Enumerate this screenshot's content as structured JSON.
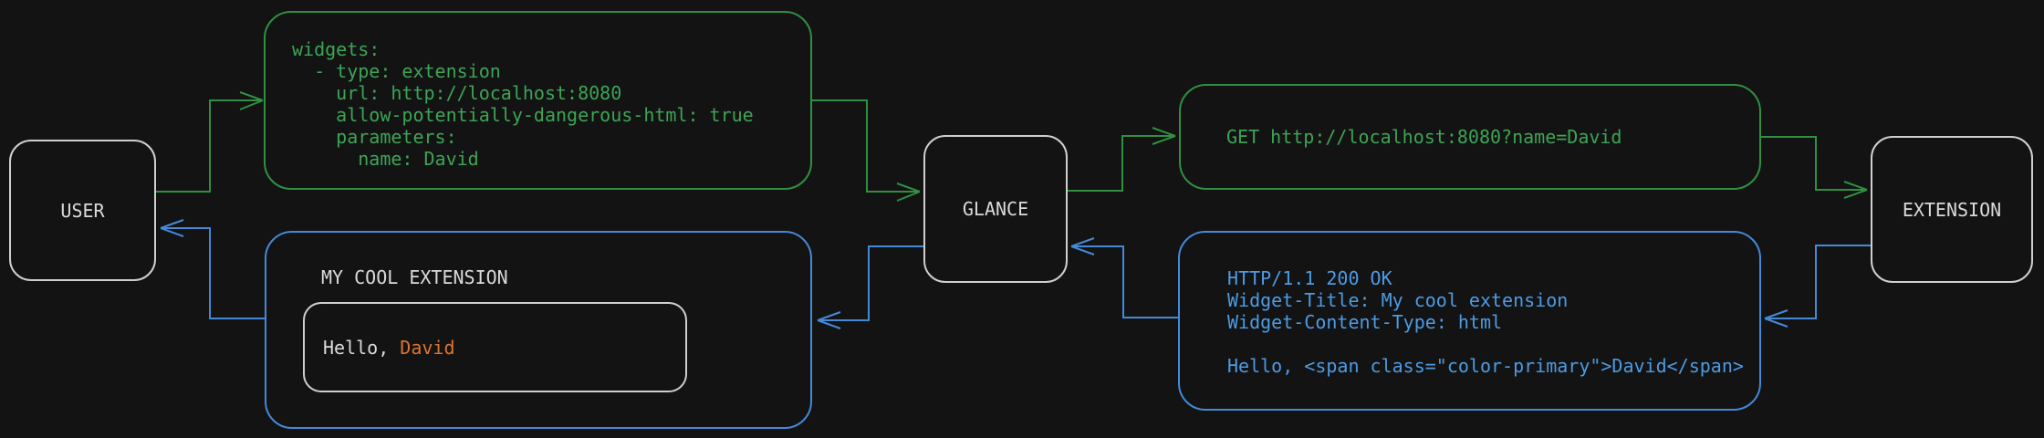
{
  "colors": {
    "green_text": "#3da455",
    "green_line": "#2f9041",
    "blue_text": "#4d9be4",
    "blue_line": "#4489d8",
    "orange": "#e0742f",
    "neutral_border": "#cfcfcf",
    "label_text": "#dadada",
    "bg": "#131313"
  },
  "nodes": {
    "user": {
      "label": "USER"
    },
    "glance": {
      "label": "GLANCE"
    },
    "extension": {
      "label": "EXTENSION"
    }
  },
  "config_box": {
    "yaml": "widgets:\n  - type: extension\n    url: http://localhost:8080\n    allow-potentially-dangerous-html: true\n    parameters:\n      name: David"
  },
  "request_box": {
    "text": "GET http://localhost:8080?name=David"
  },
  "response_box": {
    "text": "HTTP/1.1 200 OK\nWidget-Title: My cool extension\nWidget-Content-Type: html\n\nHello, <span class=\"color-primary\">David</span>"
  },
  "widget_box": {
    "title": "MY COOL EXTENSION",
    "greeting_prefix": "Hello, ",
    "greeting_name": "David"
  }
}
